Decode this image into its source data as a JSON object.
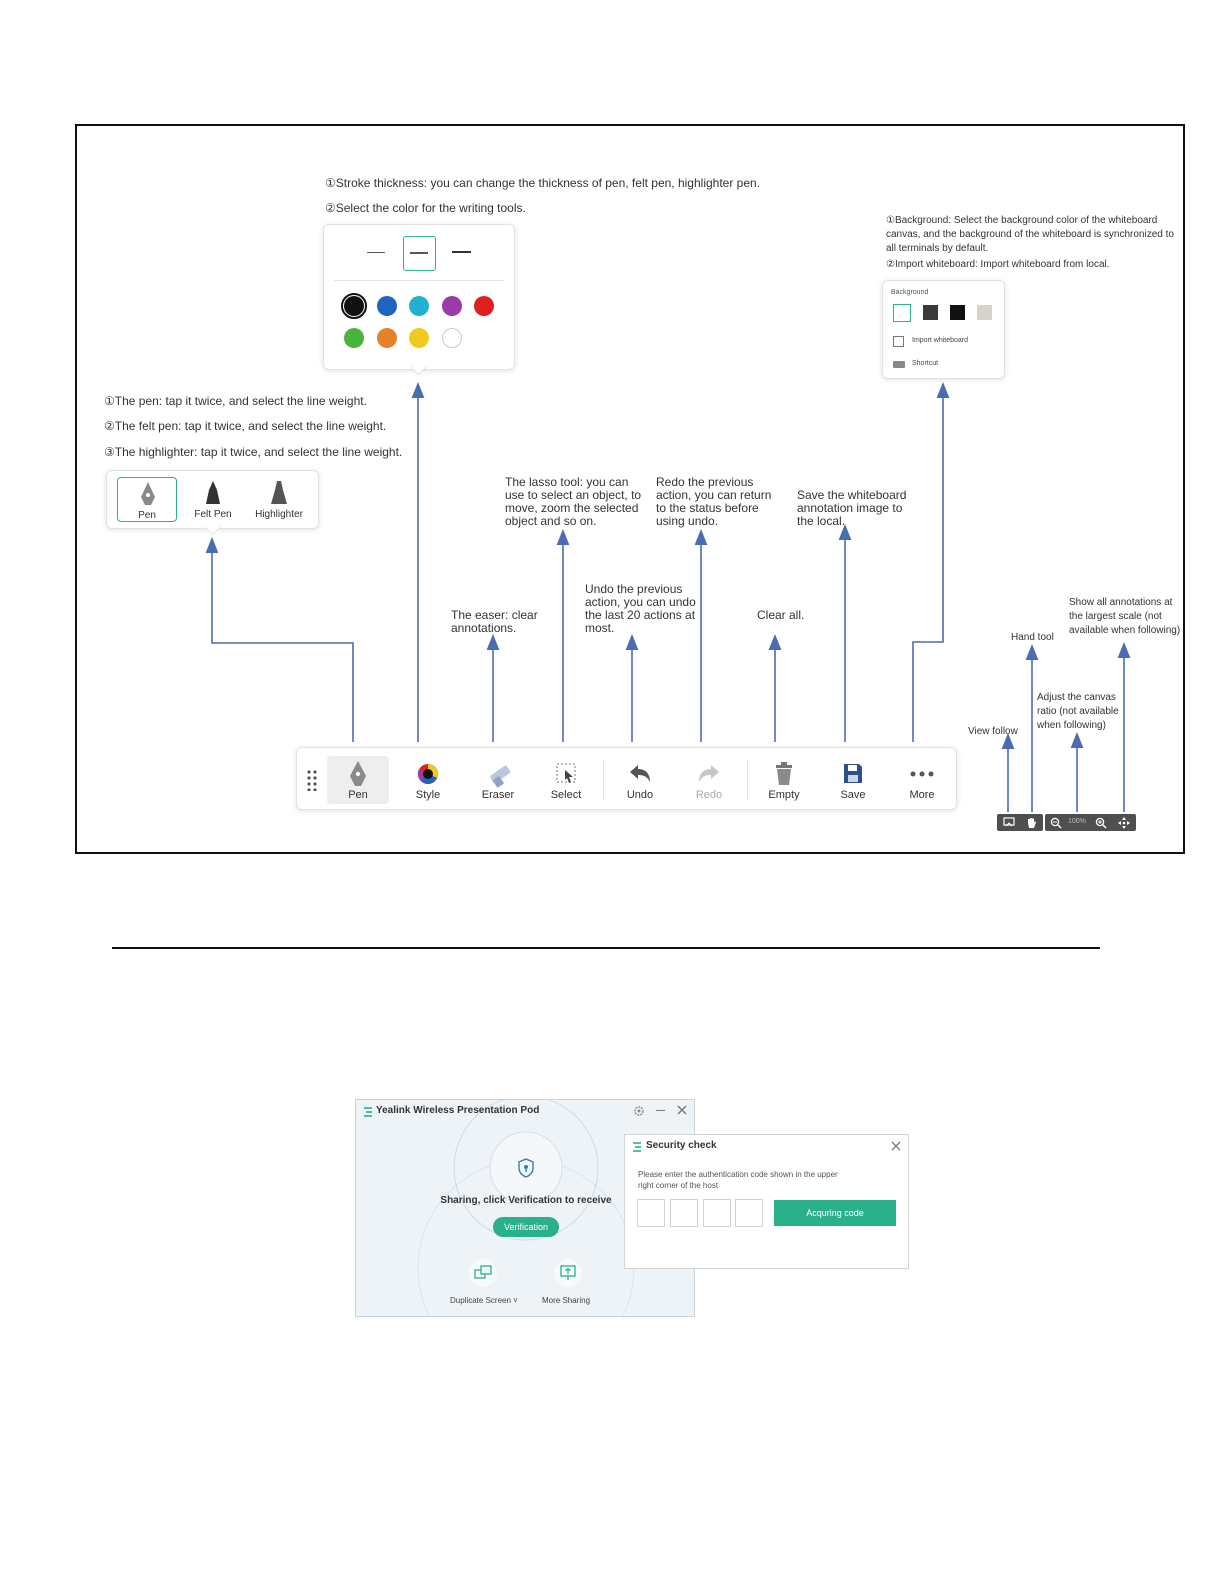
{
  "stroke_note": {
    "line1": "①Stroke thickness: you can change the thickness of pen, felt pen, highlighter pen.",
    "line2": "②Select the color for the writing tools."
  },
  "pen_note": {
    "line1": "①The pen: tap it twice, and select the line weight.",
    "line2": "②The felt pen: tap it twice, and select the line weight.",
    "line3": "③The highlighter: tap it twice, and select the line weight."
  },
  "bg_note": {
    "line1": "①Background: Select the background color of the whiteboard",
    "line2": "canvas, and the background of the whiteboard is synchronized to",
    "line3": "all terminals by default.",
    "line4": "②Import whiteboard: Import whiteboard from local."
  },
  "pen_popup": {
    "pen": "Pen",
    "felt_pen": "Felt Pen",
    "highlighter": "Highlighter"
  },
  "color_popup": {
    "colors": [
      "#111111",
      "#1f64c0",
      "#22b2d0",
      "#9a3ba8",
      "#e0201e",
      "#49b43a",
      "#e5802b",
      "#eecb1e",
      "#ffffff"
    ]
  },
  "bg_popup": {
    "title": "Background",
    "import": "Import whiteboard",
    "shortcut": "Shortcut",
    "swatches": [
      "#ffffff",
      "#3a3a3a",
      "#111111",
      "#d8d3c9"
    ]
  },
  "annotations": {
    "lasso": "The lasso tool: you can use to select an object, to move, zoom the selected object and so on.",
    "redo": "Redo the previous action, you can return to the status before using undo.",
    "save": "Save the whiteboard annotation image to the local.",
    "eraser": "The easer: clear annotations.",
    "undo": "Undo the previous action, you can undo the last 20 actions at most.",
    "clear": "Clear all.",
    "hand": "Hand tool",
    "show_all": "Show all annotations at the largest scale (not available when following)",
    "ratio": "Adjust the canvas ratio (not available when following)",
    "view_follow": "View follow"
  },
  "toolbar": {
    "pen": "Pen",
    "style": "Style",
    "eraser": "Eraser",
    "select": "Select",
    "undo": "Undo",
    "redo": "Redo",
    "empty": "Empty",
    "save": "Save",
    "more": "More"
  },
  "zoom": {
    "value": "100%"
  },
  "pod_window": {
    "title": "Yealink Wireless Presentation Pod",
    "sharing_text": "Sharing, click Verification to receive",
    "verify_button": "Verification",
    "duplicate": "Duplicate Screen ˅",
    "more_sharing": "More Sharing"
  },
  "security_dialog": {
    "title": "Security check",
    "line1": "Please enter the authentication code shown in the upper",
    "line2": "right corner of the host",
    "button": "Acquring code"
  },
  "colors": {
    "accent": "#2bb08c",
    "arrow": "#4a6cb3"
  }
}
